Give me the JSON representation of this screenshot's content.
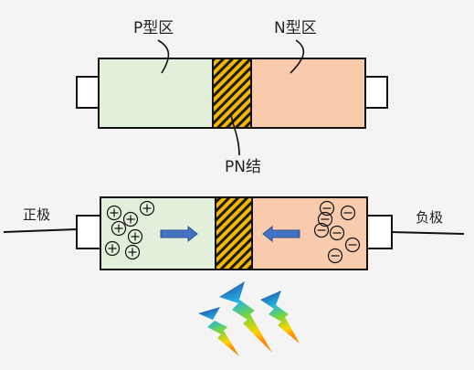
{
  "top_diagram": {
    "p_region_label": "P型区",
    "n_region_label": "N型区",
    "junction_label": "PN结"
  },
  "bottom_diagram": {
    "positive_terminal_label": "正极",
    "negative_terminal_label": "负极",
    "holes": [
      "+",
      "+",
      "+",
      "+",
      "+",
      "+",
      "+"
    ],
    "electrons": [
      "−",
      "−",
      "−",
      "−",
      "−",
      "−",
      "−"
    ]
  },
  "colors": {
    "p_region": "#e2efda",
    "n_region": "#f8cbad",
    "junction": "#f5b800",
    "arrow": "#4472c4",
    "background": "#f4f4f4"
  },
  "icons": [
    "plus-circle-icon",
    "minus-circle-icon",
    "right-arrow-icon",
    "left-arrow-icon",
    "lightning-bolt-icon"
  ]
}
